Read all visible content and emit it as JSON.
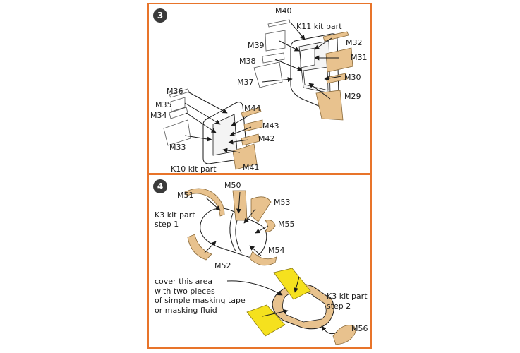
{
  "steps": [
    {
      "number": "3"
    },
    {
      "number": "4"
    }
  ],
  "step3": {
    "labels": {
      "m40": "M40",
      "k11": "K11 kit part",
      "m32": "M32",
      "m39": "M39",
      "m31": "M31",
      "m38": "M38",
      "m30": "M30",
      "m37": "M37",
      "m29": "M29",
      "m36": "M36",
      "m35": "M35",
      "m34": "M34",
      "m44": "M44",
      "m43": "M43",
      "m42": "M42",
      "m33": "M33",
      "m41": "M41",
      "k10": "K10 kit part"
    }
  },
  "step4": {
    "labels": {
      "m50": "M50",
      "m51": "M51",
      "m53": "M53",
      "k3_step1_a": "K3 kit part",
      "k3_step1_b": "step 1",
      "m55": "M55",
      "m54": "M54",
      "m52": "M52",
      "k3_step2_a": "K3 kit part",
      "k3_step2_b": "step 2",
      "m56": "M56"
    },
    "note": [
      "cover this area",
      "with two pieces",
      "of simple masking tape",
      "or masking fluid"
    ]
  },
  "colors": {
    "border": "#e8742a",
    "mask_part": "#e8c28e",
    "tape": "#f5e11e",
    "line": "#1a1a1a"
  }
}
